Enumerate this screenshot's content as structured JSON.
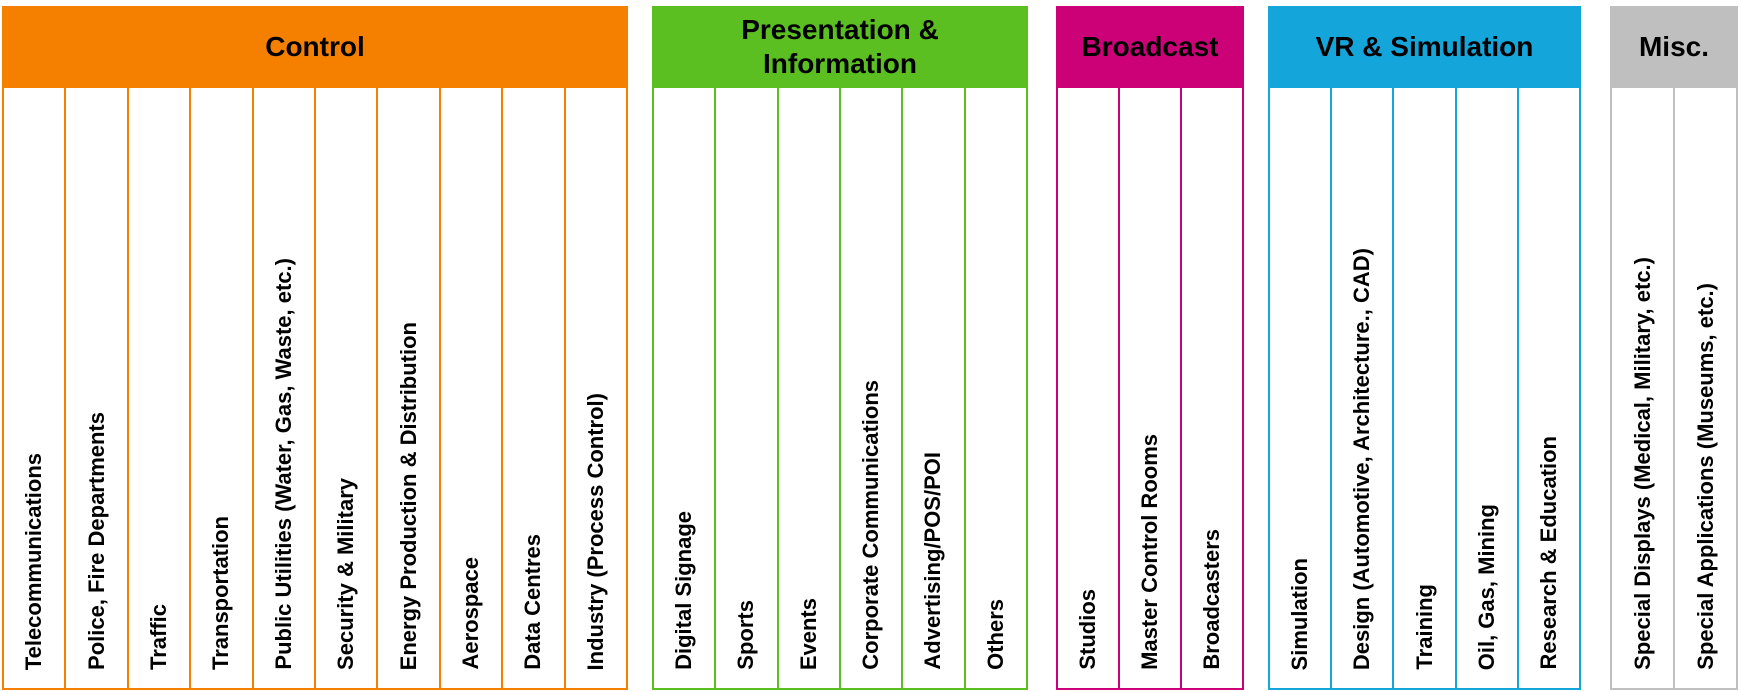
{
  "groups": [
    {
      "title": "Control",
      "color": "#F58000",
      "items": [
        "Telecommunications",
        "Police, Fire Departments",
        "Traffic",
        "Transportation",
        "Public Utilities (Water, Gas, Waste, etc.)",
        "Security & Military",
        "Energy Production & Distribution",
        "Aerospace",
        "Data Centres",
        "Industry (Process Control)"
      ]
    },
    {
      "title": "Presentation & Information",
      "color": "#5BBF21",
      "items": [
        "Digital Signage",
        "Sports",
        "Events",
        "Corporate Communications",
        "Advertising/POS/POI",
        "Others"
      ]
    },
    {
      "title": "Broadcast",
      "color": "#CC0077",
      "items": [
        "Studios",
        "Master Control Rooms",
        "Broadcasters"
      ]
    },
    {
      "title": "VR & Simulation",
      "color": "#14A5DA",
      "items": [
        "Simulation",
        "Design (Automotive, Architecture., CAD)",
        "Training",
        "Oil, Gas, Mining",
        "Research & Education"
      ]
    },
    {
      "title": "Misc.",
      "color": "#BFBFBF",
      "items": [
        "Special Displays (Medical, Military, etc.)",
        "Special Applications (Museums, etc.)"
      ]
    }
  ]
}
